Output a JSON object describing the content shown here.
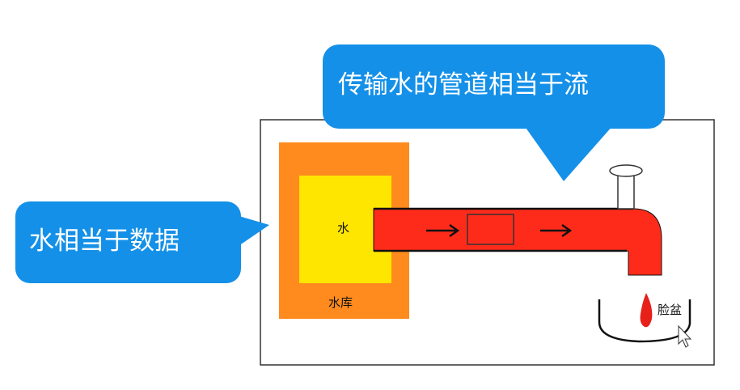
{
  "callouts": {
    "pipe_flow": "传输水的管道相当于流",
    "water_data": "水相当于数据"
  },
  "labels": {
    "water": "水",
    "reservoir": "水库",
    "basin": "脸盆"
  },
  "colors": {
    "callout_blue": "#1490e8",
    "reservoir_orange": "#ff8a1e",
    "water_yellow": "#ffe600",
    "pipe_red": "#ff2b1a",
    "flame_red": "#e8201a",
    "frame_border": "#333333"
  },
  "icons": {
    "flow_arrow": "right-arrow-icon",
    "cursor": "mouse-pointer-icon"
  }
}
